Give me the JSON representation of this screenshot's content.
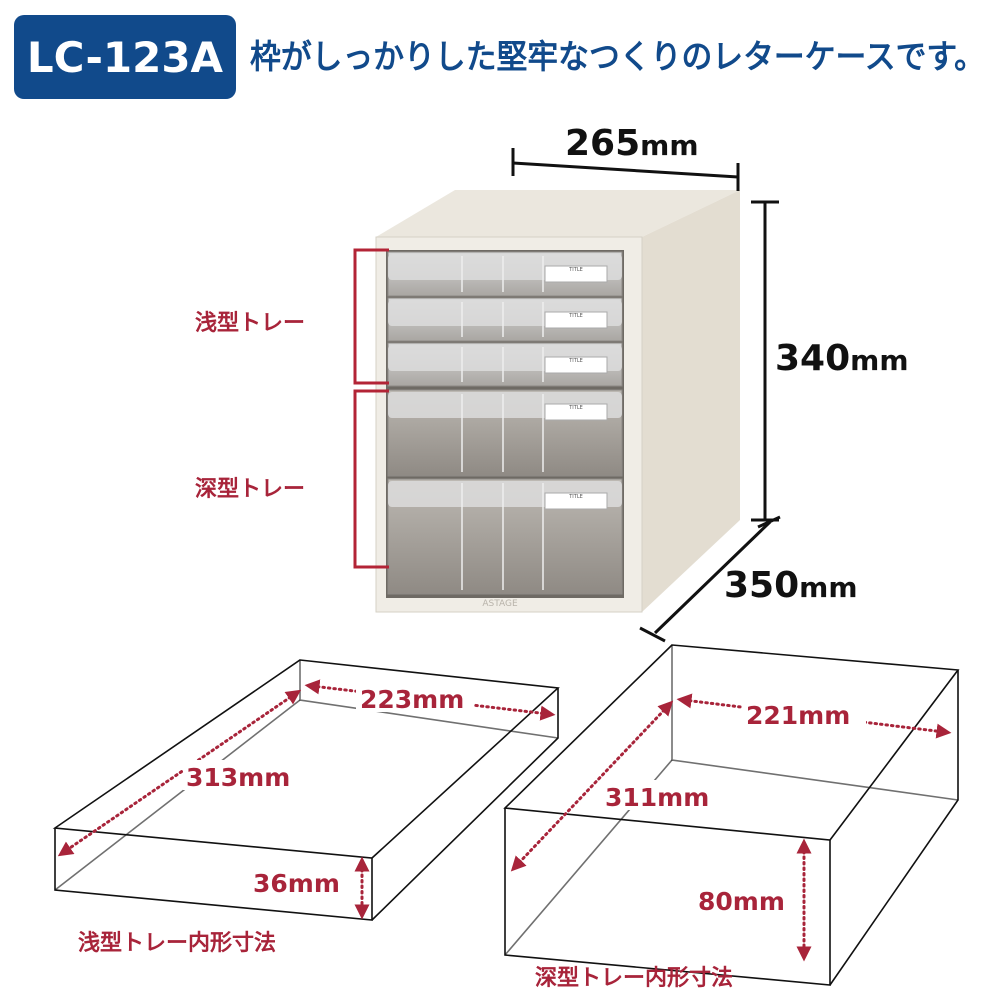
{
  "header": {
    "model": "LC-123A",
    "tagline": "枠がしっかりした堅牢なつくりのレターケースです。",
    "badge_color": "#114a8b",
    "text_color": "#114a8b"
  },
  "dimensions": {
    "width": {
      "value": "265",
      "unit": "mm"
    },
    "height": {
      "value": "340",
      "unit": "mm"
    },
    "depth": {
      "value": "350",
      "unit": "mm"
    }
  },
  "tray_labels": {
    "shallow": "浅型トレー",
    "deep": "深型トレー",
    "color": "#a8243a"
  },
  "drawer_label_text": "TITLE",
  "shallow_tray": {
    "width": "223mm",
    "depth": "313mm",
    "height": "36mm",
    "caption": "浅型トレー内形寸法"
  },
  "deep_tray": {
    "width": "221mm",
    "depth": "311mm",
    "height": "80mm",
    "caption": "深型トレー内形寸法"
  }
}
